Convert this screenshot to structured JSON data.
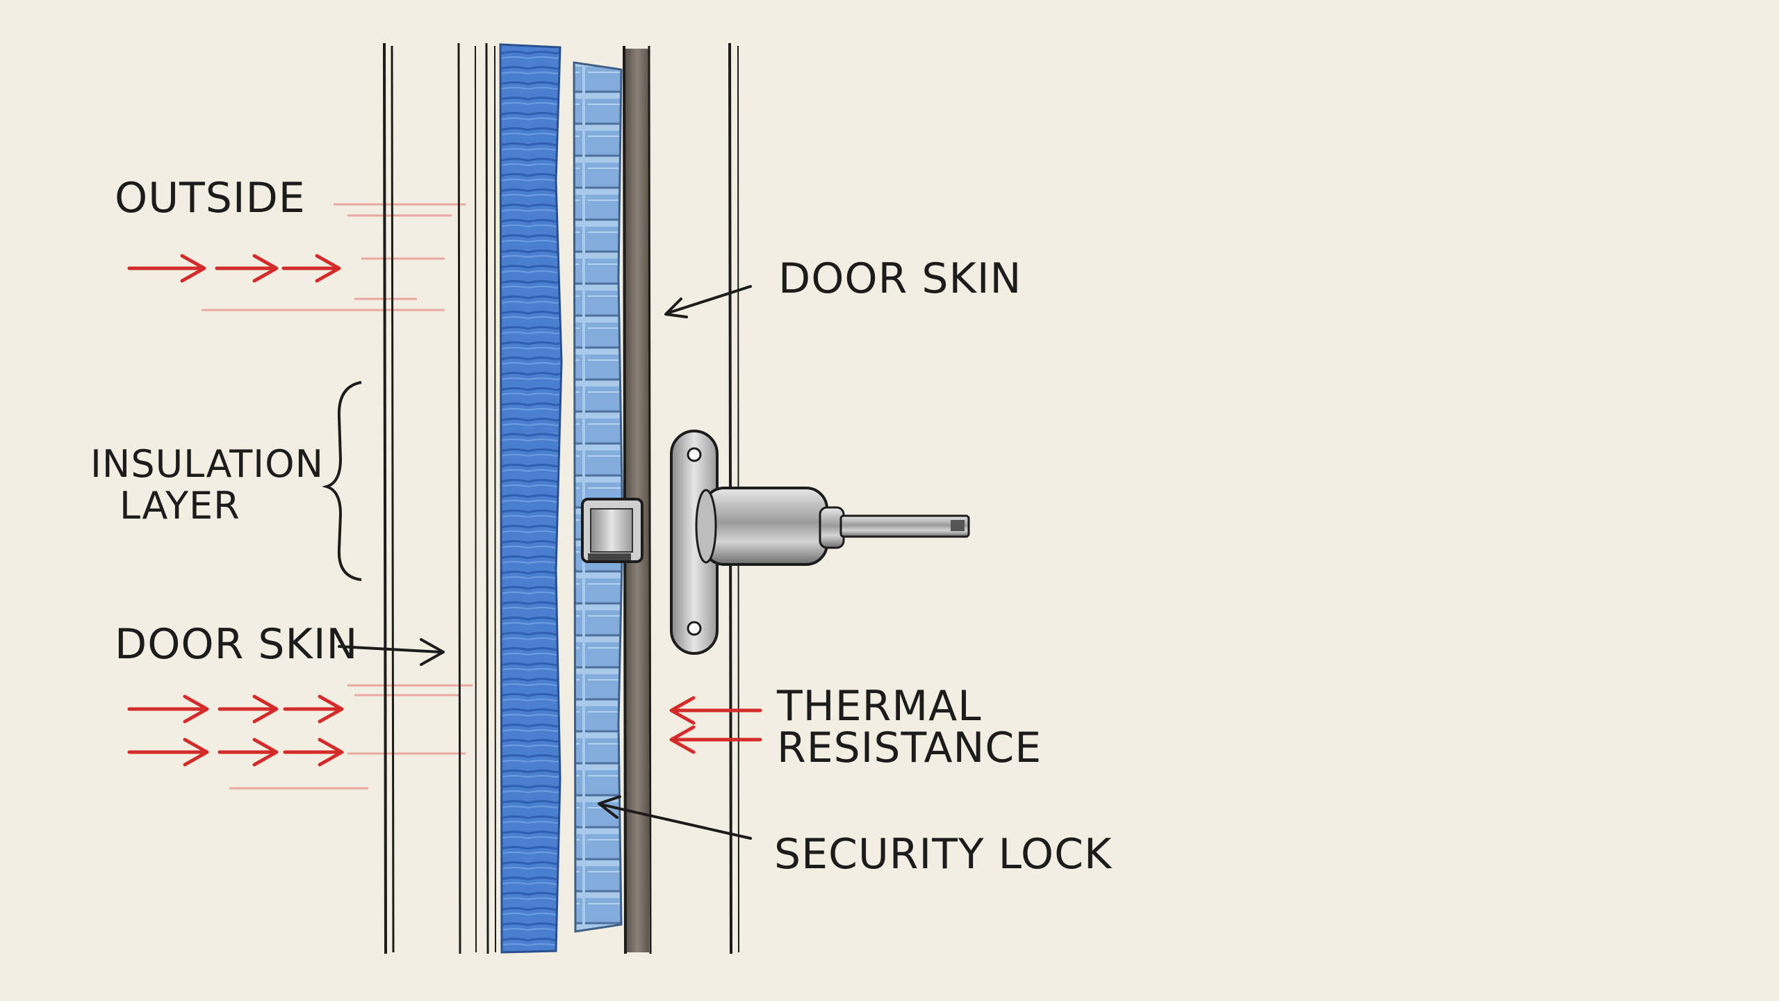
{
  "labels": {
    "outside": "OUTSIDE",
    "insulation_layer_line1": "INSULATION",
    "insulation_layer_line2": "LAYER",
    "door_skin_left": "DOOR SKIN",
    "door_skin_right": "DOOR SKIN",
    "thermal_resistance_line1": "THERMAL",
    "thermal_resistance_line2": "RESISTANCE",
    "security_lock": "SECURITY LOCK"
  },
  "colors": {
    "paper": "#f3eee2",
    "ink": "#1c1c1c",
    "heat_arrow": "#d42a2a",
    "insulation_blue": "#4a7fd0",
    "insulation_light_blue": "#8fb8e4",
    "metal": "#b7b7b7"
  },
  "icons": {
    "heat_flow": "arrow-right",
    "thermal_resistance": "arrow-left",
    "hardware": "door-handle"
  }
}
